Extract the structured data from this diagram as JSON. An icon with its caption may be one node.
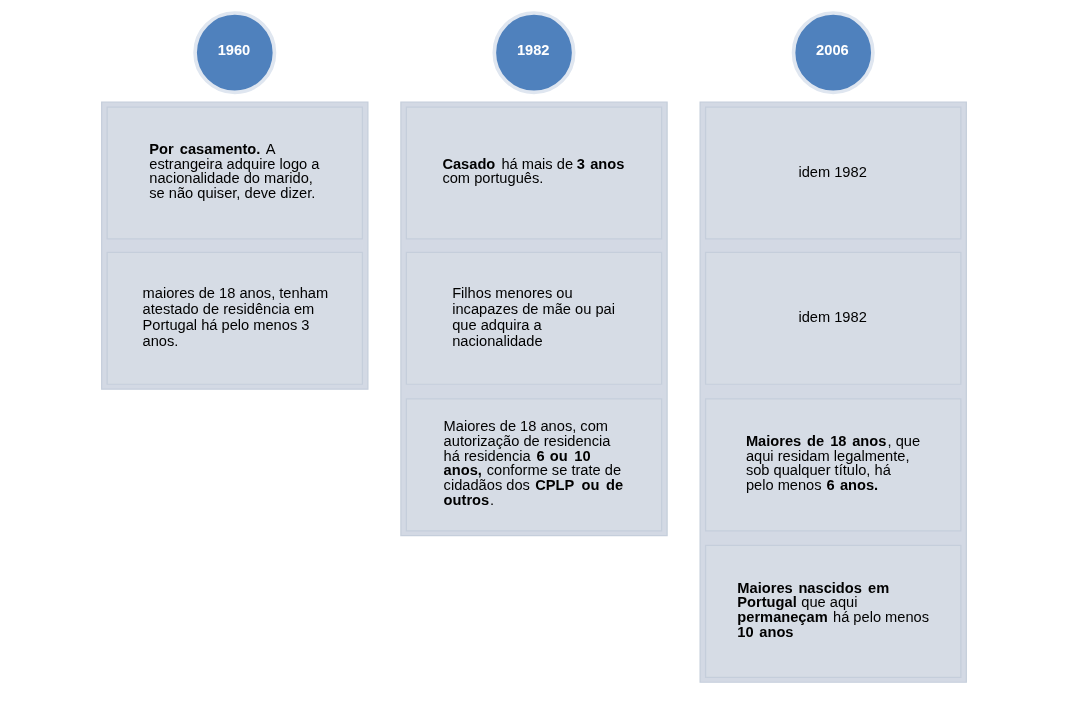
{
  "diagram": {
    "nodes": [
      {
        "text": [
          "1960"
        ]
      },
      {
        "text": [],
        "shape": "box"
      },
      {
        "text": [
          "**Por casamento.** A estrangeira adquire logo a nacionalidade do marido, se não quiser, deve dizer."
        ],
        "in": 1
      },
      {
        "text": [
          "maiores de 18 anos, tenham atestado de residência em Portugal há pelo menos 3 anos."
        ],
        "in": 1
      },
      {
        "text": [
          "1982"
        ]
      },
      {
        "text": [],
        "shape": "box"
      },
      {
        "text": [
          "**Casado** há mais de **3 anos** com português."
        ],
        "in": 5
      },
      {
        "text": [
          "Filhos menores ou incapazes de mãe ou pai que adquira a nacionalidade"
        ],
        "in": 5
      },
      {
        "text": [
          "Maiores de 18 anos, com autorização de residencia há residencia **6 ou 10 anos,** conforme se trate de cidadãos dos **CPLP ou de outros**."
        ],
        "in": 5
      },
      {
        "text": [
          "2006"
        ]
      },
      {
        "text": [],
        "shape": "box"
      },
      {
        "text": [
          "idem 1982"
        ],
        "in": 10
      },
      {
        "text": [
          "idem 1982"
        ],
        "in": 10
      },
      {
        "text": [
          "**Maiores de 18 anos**, que aqui residam legalmente, sob qualquer título, há pelo menos **6 anos.**"
        ],
        "in": 10
      },
      {
        "text": [
          "**Maiores nascidos em Portugal** que aqui **permaneçam** há pelo menos **10 anos**"
        ],
        "in": 10
      }
    ]
  }
}
